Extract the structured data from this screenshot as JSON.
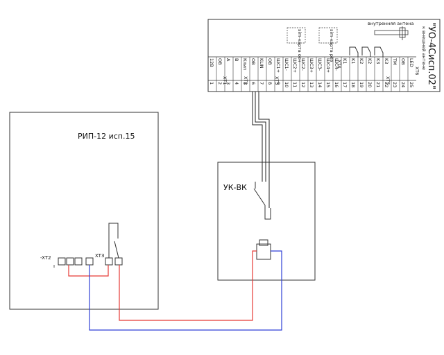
{
  "title": "\"УО-4Сисп.02\"",
  "antenna": {
    "internal": "внутренняя антена",
    "external": "к внешней антене"
  },
  "sim": [
    "sim-карта осн",
    "sim-карта рез"
  ],
  "blocks": {
    "rip": "РИП-12  исп.15",
    "uk": "УК-ВК"
  },
  "xt_labels": {
    "xt1": "XT1",
    "xt2": "XT2",
    "xt3": "XT3",
    "xt4": "XT4",
    "xt5": "XT5",
    "xt6": "XT6"
  },
  "rip_terminals": {
    "xt2": "-XT2",
    "xt3": "XT3"
  },
  "terminals": [
    {
      "num": "1",
      "name": "12В"
    },
    {
      "num": "2",
      "name": "ОВ"
    },
    {
      "num": "3",
      "name": "A"
    },
    {
      "num": "4",
      "name": "B"
    },
    {
      "num": "5",
      "name": "Клип"
    },
    {
      "num": "6",
      "name": "ОВ"
    },
    {
      "num": "7",
      "name": "KLIN"
    },
    {
      "num": "8",
      "name": "ОВ"
    },
    {
      "num": "9",
      "name": "ШС1+"
    },
    {
      "num": "10",
      "name": "ШС1-"
    },
    {
      "num": "11",
      "name": "ШС2+"
    },
    {
      "num": "12",
      "name": "ШС2-"
    },
    {
      "num": "13",
      "name": "ШС3+"
    },
    {
      "num": "14",
      "name": "ШС3-"
    },
    {
      "num": "15",
      "name": "ШС4+"
    },
    {
      "num": "16",
      "name": "ШС4-"
    },
    {
      "num": "17",
      "name": "K1"
    },
    {
      "num": "18",
      "name": "K1"
    },
    {
      "num": "19",
      "name": "K2"
    },
    {
      "num": "20",
      "name": "K2"
    },
    {
      "num": "21",
      "name": "K3"
    },
    {
      "num": "22",
      "name": "K3"
    },
    {
      "num": "23",
      "name": "TM"
    },
    {
      "num": "24",
      "name": "ОВ"
    },
    {
      "num": "25",
      "name": "LED"
    }
  ],
  "wire_colors": {
    "positive": "#e53935",
    "negative": "#2e3fd6",
    "signal": "#222222"
  }
}
